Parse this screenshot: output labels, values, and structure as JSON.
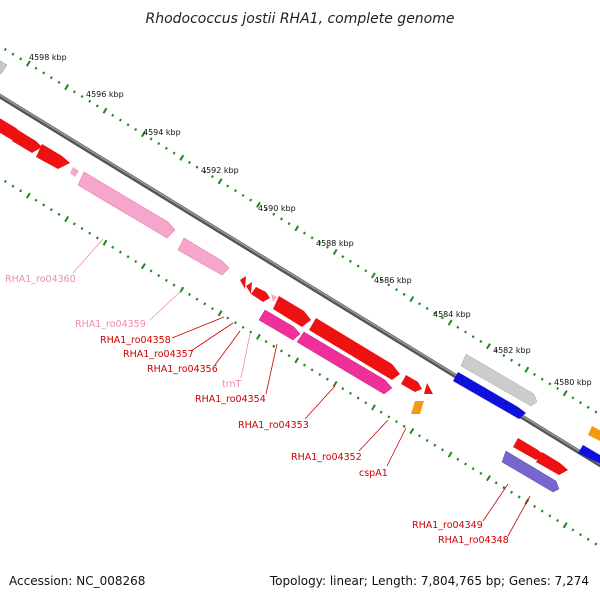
{
  "title": "Rhodococcus jostii RHA1, complete genome",
  "footer": {
    "accession": "Accession: NC_008268",
    "summary": "Topology: linear; Length: 7,804,765 bp; Genes: 7,274"
  },
  "ruler_labels": [
    "4598 kbp",
    "4596 kbp",
    "4594 kbp",
    "4592 kbp",
    "4590 kbp",
    "4588 kbp",
    "4586 kbp",
    "4584 kbp",
    "4582 kbp",
    "4580 kbp"
  ],
  "gene_labels": [
    {
      "text": "RHA1_ro04360",
      "color": "#f08ab8"
    },
    {
      "text": "RHA1_ro04359",
      "color": "#f08ab8"
    },
    {
      "text": "RHA1_ro04358",
      "color": "#cc0000"
    },
    {
      "text": "RHA1_ro04357",
      "color": "#cc0000"
    },
    {
      "text": "RHA1_ro04356",
      "color": "#cc0000"
    },
    {
      "text": "trnT",
      "color": "#f08ab8"
    },
    {
      "text": "RHA1_ro04354",
      "color": "#cc0000"
    },
    {
      "text": "RHA1_ro04353",
      "color": "#cc0000"
    },
    {
      "text": "RHA1_ro04352",
      "color": "#cc0000"
    },
    {
      "text": "cspA1",
      "color": "#cc0000"
    },
    {
      "text": "RHA1_ro04349",
      "color": "#cc0000"
    },
    {
      "text": "RHA1_ro04348",
      "color": "#cc0000"
    }
  ],
  "colors": {
    "backbone": "#777777",
    "ruler_dots": "#1a8a1a",
    "cds_red": "#ee1111",
    "cds_pink": "#f7a6cb",
    "cds_magenta": "#f0309a",
    "cds_gray": "#cccccc",
    "cds_blue": "#1010dd",
    "cds_purple": "#7766cc",
    "cds_orange": "#f59a10",
    "trna_pink": "#f8b0d0"
  }
}
